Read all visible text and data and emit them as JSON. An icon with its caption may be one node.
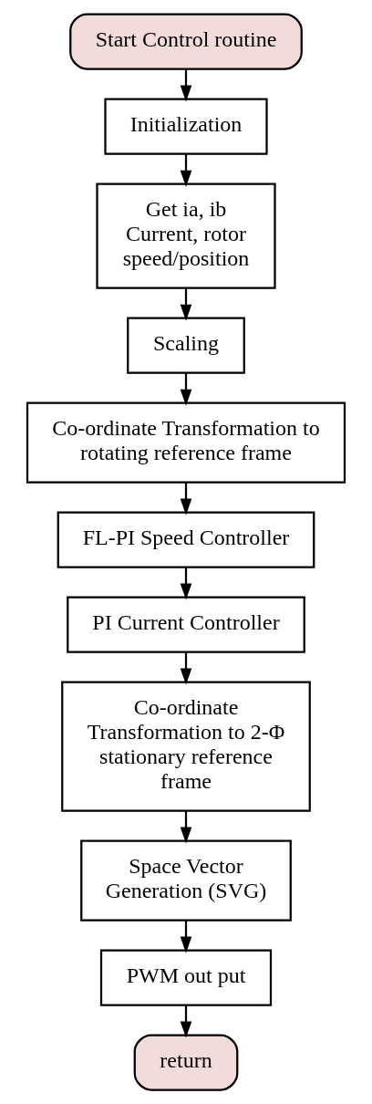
{
  "diagram": {
    "nodes": [
      {
        "text": [
          "Start Control routine"
        ]
      },
      {
        "text": [
          "Initialization"
        ]
      },
      {
        "text": [
          "Get ia, ib Current, rotor speed/position"
        ]
      },
      {
        "text": [
          "Scaling"
        ]
      },
      {
        "text": [
          "Co-ordinate Transformation to rotating reference frame"
        ]
      },
      {
        "text": [
          "FL-PI Speed Controller"
        ]
      },
      {
        "text": [
          "PI Current Controller"
        ]
      },
      {
        "text": [
          "Co-ordinate Transformation to 2-Φ stationary reference frame"
        ]
      },
      {
        "text": [
          "Space Vector Generation (SVG)"
        ]
      },
      {
        "text": [
          "PWM out put"
        ]
      },
      {
        "text": [
          "return"
        ]
      }
    ],
    "edges": [
      {
        "from": 0,
        "to": 1,
        "arrow": "to"
      },
      {
        "from": 1,
        "to": 2,
        "arrow": "to"
      },
      {
        "from": 2,
        "to": 3,
        "arrow": "to"
      },
      {
        "from": 3,
        "to": 4,
        "arrow": "to"
      },
      {
        "from": 4,
        "to": 5,
        "arrow": "to"
      },
      {
        "from": 5,
        "to": 6,
        "arrow": "to"
      },
      {
        "from": 6,
        "to": 7,
        "arrow": "to"
      },
      {
        "from": 7,
        "to": 8,
        "arrow": "to"
      },
      {
        "from": 8,
        "to": 9,
        "arrow": "to"
      },
      {
        "from": 9,
        "to": 10,
        "arrow": "to"
      }
    ]
  }
}
